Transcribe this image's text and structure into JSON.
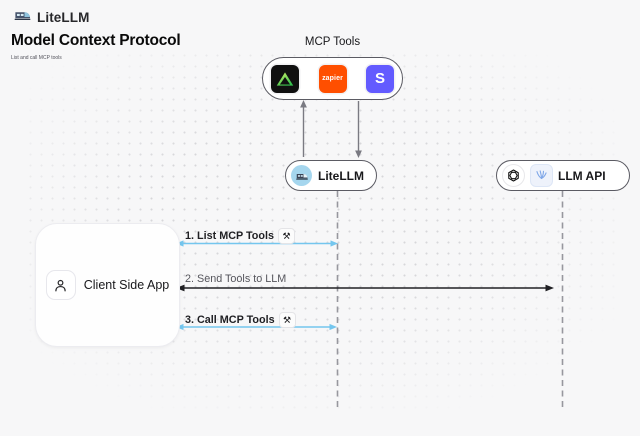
{
  "header": {
    "brand": "LiteLLM",
    "title": "Model Context Protocol",
    "subtitle": "List and call MCP tools"
  },
  "mcp_tools": {
    "label": "MCP Tools",
    "zapier_text": "zapier",
    "stripe_text": "S"
  },
  "nodes": {
    "litellm": {
      "label": "LiteLLM"
    },
    "llm_api": {
      "label": "LLM API"
    },
    "client": {
      "label": "Client Side App"
    }
  },
  "messages": {
    "m1": {
      "label": "1. List MCP Tools",
      "tool_glyph": "⚒"
    },
    "m2": {
      "label": "2. Send Tools to LLM"
    },
    "m3": {
      "label": "3. Call MCP Tools",
      "tool_glyph": "⚒"
    }
  },
  "colors": {
    "background": "#f7f7f8",
    "message_blue": "#74c6ee",
    "message_black": "#202024",
    "lifeline_gray": "#97979e",
    "vertical_arrow_gray": "#7a7a82",
    "zapier_orange": "#ff4f00",
    "stripe_purple": "#635bff",
    "tool_triangle_green": "#7ee24b",
    "litellm_icon_blue": "#a5d6ee",
    "pill_border": "#5b5b63"
  }
}
